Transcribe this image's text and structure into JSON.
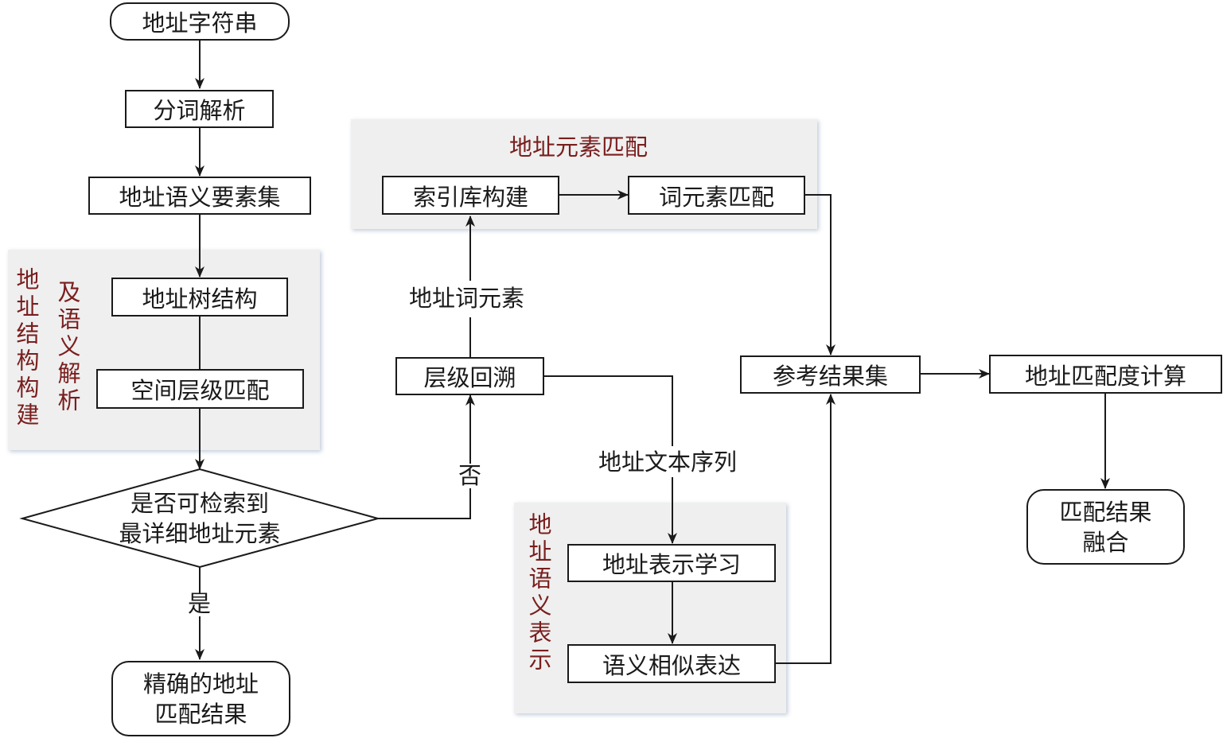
{
  "nodes": {
    "start": "地址字符串",
    "tokenize": "分词解析",
    "semantic_set": "地址语义要素集",
    "address_tree": "地址树结构",
    "spatial_match": "空间层级匹配",
    "decision_line1": "是否可检索到",
    "decision_line2": "最详细地址元素",
    "exact_line1": "精确的地址",
    "exact_line2": "匹配结果",
    "backtrack": "层级回溯",
    "index_build": "索引库构建",
    "word_match": "词元素匹配",
    "repr_learn": "地址表示学习",
    "sim_expr": "语义相似表达",
    "ref_set": "参考结果集",
    "degree_calc": "地址匹配度计算",
    "fusion_line1": "匹配结果",
    "fusion_line2": "融合"
  },
  "groups": {
    "structure_col1": "地址结构构建",
    "structure_col2": "及语义解析",
    "element_match": "地址元素匹配",
    "semantic_repr": "地址语义表示"
  },
  "edge_labels": {
    "yes": "是",
    "no": "否",
    "word_elements": "地址词元素",
    "text_sequence": "地址文本序列"
  },
  "colors": {
    "group_title": "#7a1e1e",
    "panel": "#efefef",
    "stroke": "#1a1a1a"
  }
}
